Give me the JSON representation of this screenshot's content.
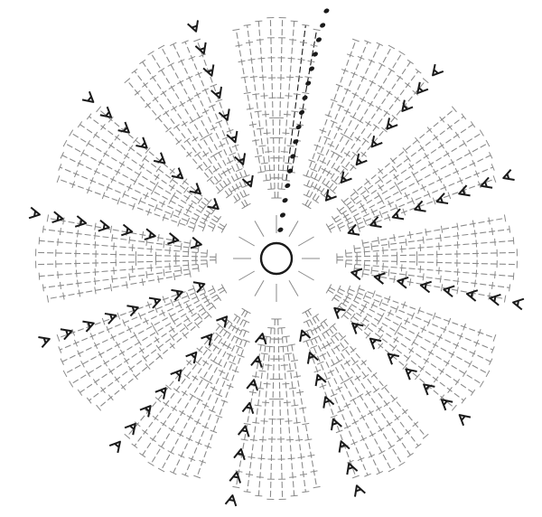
{
  "diagram": {
    "kind": "crochet-round-chart",
    "center": "magic-ring",
    "sector_count": 12,
    "sectors_with_increase_marks": 11,
    "chain_start_sector": "top",
    "symbols": {
      "ring": "magic-ring-icon",
      "stitch_row": "double-crochet-stitch-icon",
      "increase": "increase-v-icon",
      "chain": "chain-dot-icon"
    },
    "colors": {
      "ink": "#1a1a1a",
      "light_ink": "#8a8a8a",
      "paper": "#ffffff"
    }
  }
}
